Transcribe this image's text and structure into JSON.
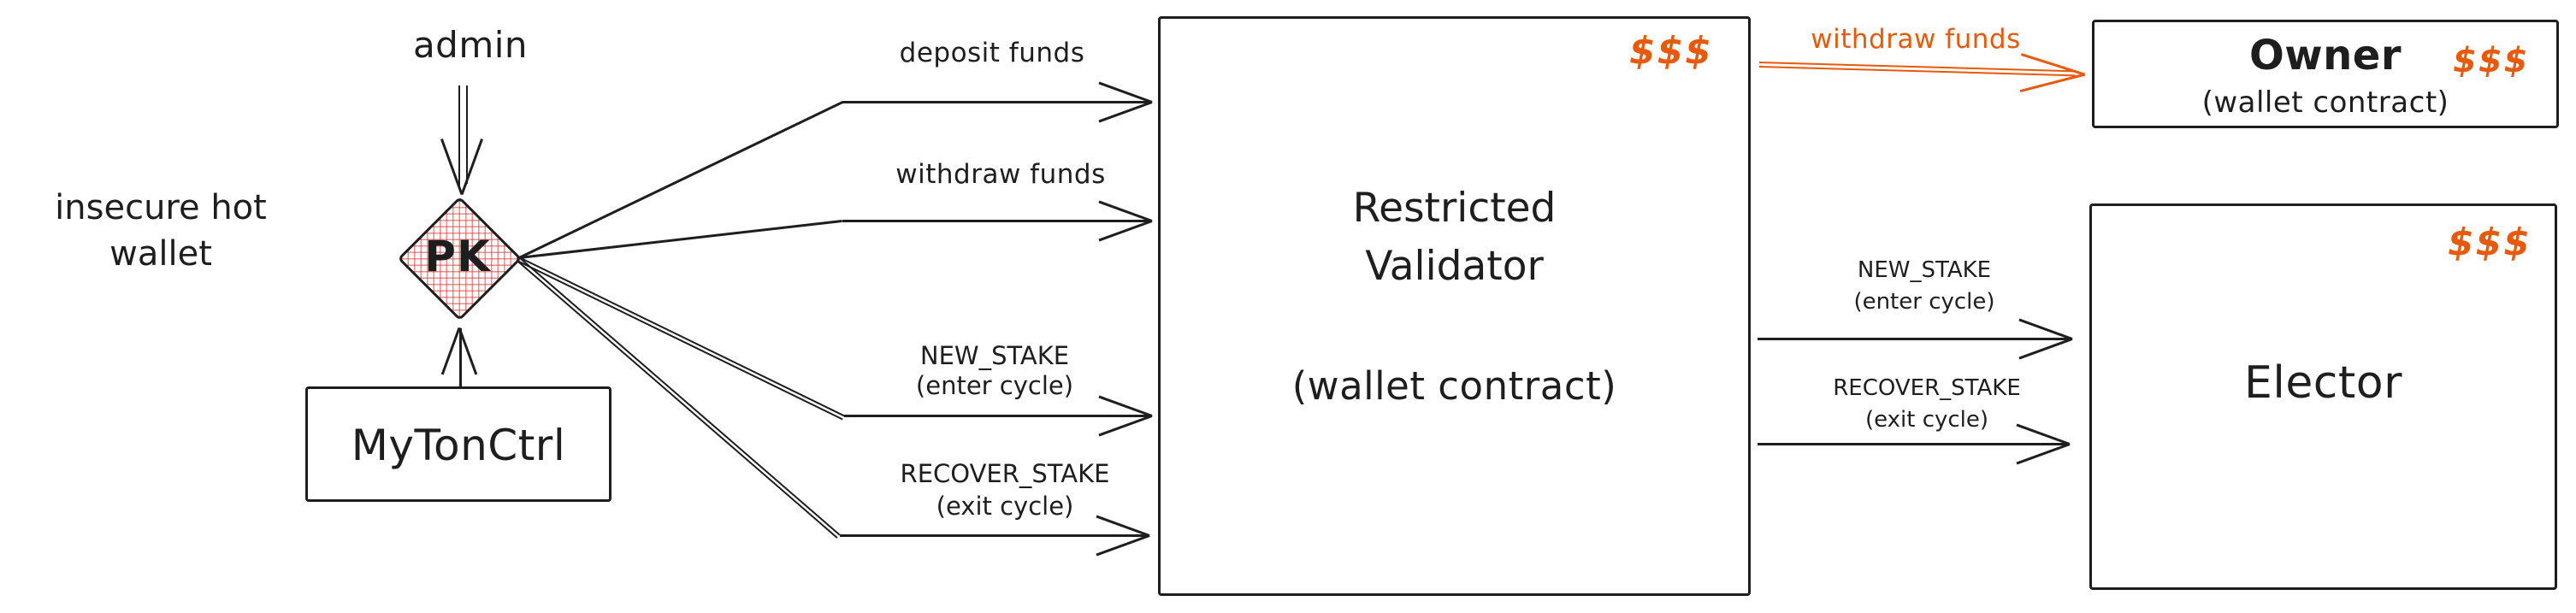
{
  "colors": {
    "ink": "#1e1e1e",
    "orange": "#e8590c",
    "diamond_red": "#e03131"
  },
  "labels": {
    "admin": "admin",
    "insecure_wallet_line1": "insecure hot",
    "insecure_wallet_line2": "wallet",
    "pk": "PK",
    "mytonctrl": "MyTonCtrl"
  },
  "nodes": {
    "restricted_validator": {
      "title_line1": "Restricted",
      "title_line2": "Validator",
      "subtitle": "(wallet contract)",
      "money": "$$$"
    },
    "owner": {
      "title": "Owner",
      "subtitle": "(wallet contract)",
      "money": "$$$"
    },
    "elector": {
      "title": "Elector",
      "money": "$$$"
    }
  },
  "edges": {
    "deposit_funds": "deposit funds",
    "withdraw_funds": "withdraw funds",
    "new_stake": "NEW_STAKE",
    "new_stake_sub": "(enter cycle)",
    "recover_stake": "RECOVER_STAKE",
    "recover_stake_sub": "(exit cycle)",
    "withdraw_to_owner": "withdraw funds",
    "new_stake_right": "NEW_STAKE",
    "new_stake_right_sub": "(enter cycle)",
    "recover_stake_right": "RECOVER_STAKE",
    "recover_stake_right_sub": "(exit cycle)"
  }
}
